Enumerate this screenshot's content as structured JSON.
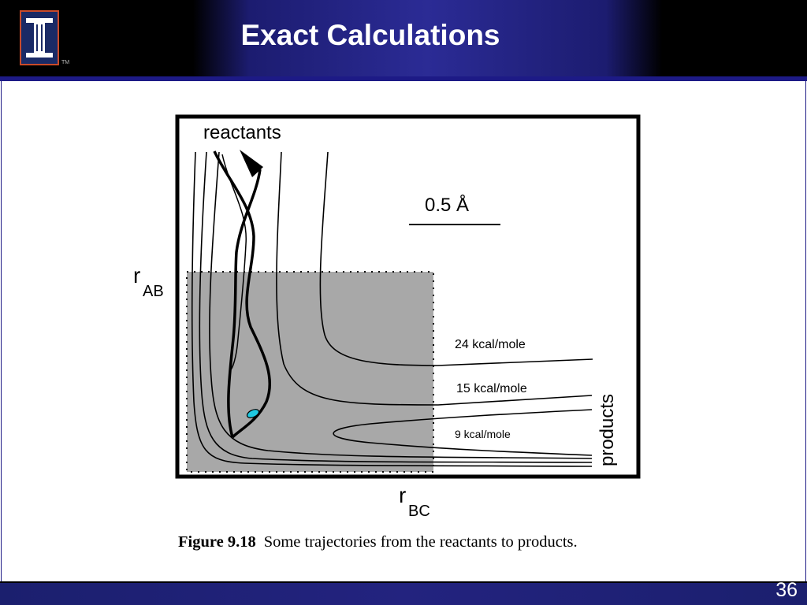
{
  "header": {
    "title": "Exact Calculations",
    "logo_icon": "university-column-logo-icon",
    "trademark": "TM"
  },
  "diagram": {
    "reactants_label": "reactants",
    "scale_label": "0.5 Å",
    "rAB_main": "r",
    "rAB_sub": "AB",
    "rBC_main": "r",
    "rBC_sub": "BC",
    "products_label": "products",
    "contours": [
      {
        "label": "24 kcal/mole"
      },
      {
        "label": "15 kcal/mole"
      },
      {
        "label": "9 kcal/mole"
      }
    ]
  },
  "caption": {
    "figure_label": "Figure 9.18",
    "text": "Some trajectories from the reactants to products."
  },
  "footer": {
    "page_number": "36"
  },
  "colors": {
    "header_blue": "#2b2b95",
    "shaded_region": "#a8a8a8",
    "highlight": "#1ec8e0"
  }
}
